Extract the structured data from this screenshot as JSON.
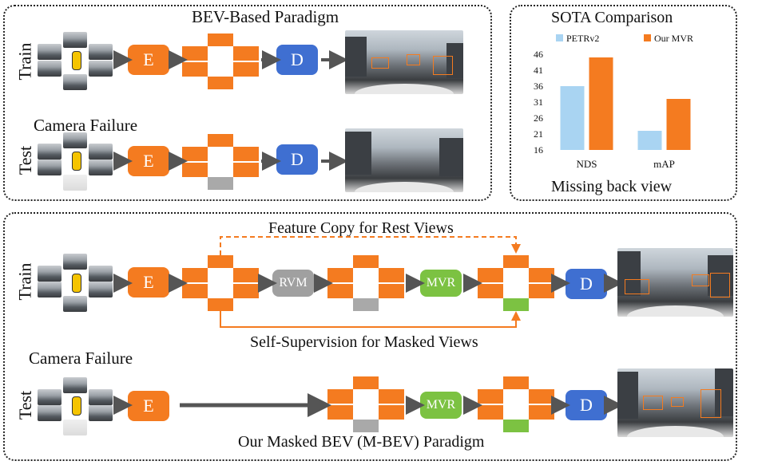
{
  "top_left": {
    "title": "BEV-Based Paradigm",
    "train_label": "Train",
    "test_label": "Test",
    "camera_failure": "Camera Failure",
    "encoder": "E",
    "decoder": "D"
  },
  "top_right": {
    "title": "SOTA Comparison",
    "footer": "Missing back view"
  },
  "bottom": {
    "train_label": "Train",
    "test_label": "Test",
    "feature_copy": "Feature Copy for Rest Views",
    "self_supervision": "Self-Supervision for Masked Views",
    "camera_failure": "Camera Failure",
    "paradigm": "Our Masked BEV (M-BEV) Paradigm",
    "encoder": "E",
    "decoder": "D",
    "rvm": "RVM",
    "mvr": "MVR"
  },
  "chart_data": {
    "type": "bar",
    "categories": [
      "NDS",
      "mAP"
    ],
    "series": [
      {
        "name": "PETRv2",
        "values": [
          36,
          22
        ],
        "color": "#a9d4f2"
      },
      {
        "name": "Our MVR",
        "values": [
          45,
          32
        ],
        "color": "#f47b20"
      }
    ],
    "yticks": [
      "46",
      "41",
      "36",
      "31",
      "26",
      "21",
      "16"
    ],
    "ylim": [
      16,
      46
    ],
    "legend": "top"
  },
  "colors": {
    "encoder": "#f47b20",
    "decoder": "#3f6fd1",
    "rvm": "#a0a0a0",
    "mvr": "#7cc242",
    "bev": "#f47b20",
    "masked": "#a9a9a9",
    "restored": "#7cc242"
  }
}
